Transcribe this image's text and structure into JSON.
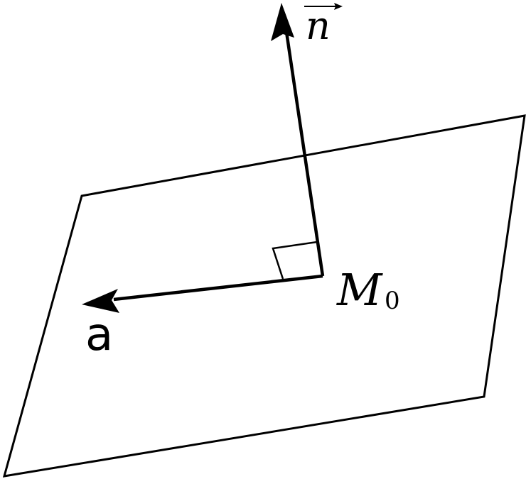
{
  "diagram": {
    "labels": {
      "normal_vector": "n",
      "direction_vector": "a",
      "point": "M",
      "point_subscript": "0"
    },
    "colors": {
      "stroke": "#000000",
      "background": "#ffffff"
    }
  }
}
